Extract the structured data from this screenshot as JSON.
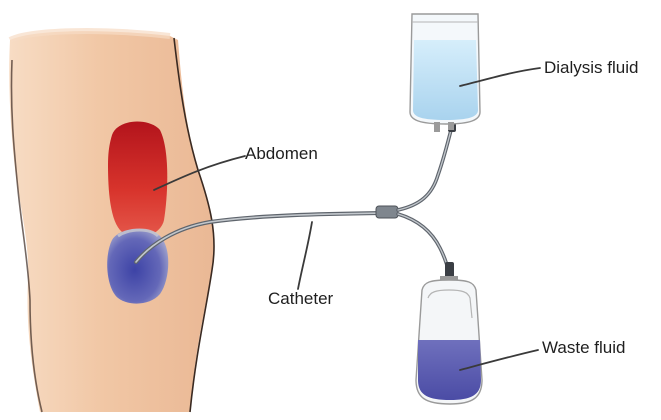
{
  "labels": {
    "abdomen": "Abdomen",
    "dialysis_fluid": "Dialysis fluid",
    "catheter": "Catheter",
    "waste_fluid": "Waste fluid"
  },
  "colors": {
    "skin": "#f3cdae",
    "skin_outline": "#3a2a22",
    "abdomen_red": "#c4232a",
    "abdomen_blue": "#4a4fa8",
    "dialysis_fluid": "#b9dcf0",
    "waste_fluid": "#5c5cae",
    "bag_outline": "#9a9a9a",
    "tube": "#8a8f96",
    "leader_line": "#3a3a3a"
  }
}
